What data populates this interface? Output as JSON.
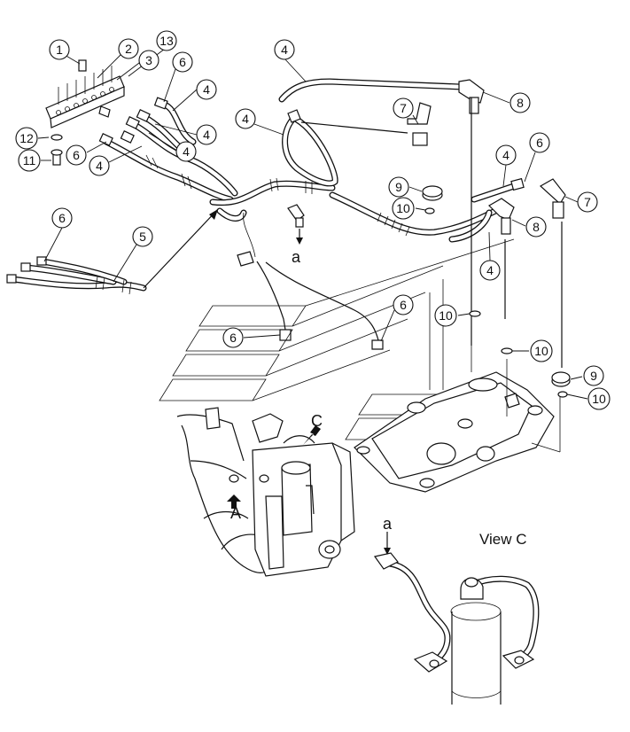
{
  "callouts": [
    {
      "id": "c1",
      "label": "1"
    },
    {
      "id": "c2",
      "label": "2"
    },
    {
      "id": "c3",
      "label": "3"
    },
    {
      "id": "c13",
      "label": "13"
    },
    {
      "id": "c6a",
      "label": "6"
    },
    {
      "id": "c4a",
      "label": "4"
    },
    {
      "id": "c4b",
      "label": "4"
    },
    {
      "id": "c4c",
      "label": "4"
    },
    {
      "id": "c12",
      "label": "12"
    },
    {
      "id": "c11",
      "label": "11"
    },
    {
      "id": "c6b",
      "label": "6"
    },
    {
      "id": "c4d",
      "label": "4"
    },
    {
      "id": "c6c",
      "label": "6"
    },
    {
      "id": "c5",
      "label": "5"
    },
    {
      "id": "c4e",
      "label": "4"
    },
    {
      "id": "c4f",
      "label": "4"
    },
    {
      "id": "c7a",
      "label": "7"
    },
    {
      "id": "c8a",
      "label": "8"
    },
    {
      "id": "c9a",
      "label": "9"
    },
    {
      "id": "c10a",
      "label": "10"
    },
    {
      "id": "c4g",
      "label": "4"
    },
    {
      "id": "c6d",
      "label": "6"
    },
    {
      "id": "c7b",
      "label": "7"
    },
    {
      "id": "c8b",
      "label": "8"
    },
    {
      "id": "c4h",
      "label": "4"
    },
    {
      "id": "c6e",
      "label": "6"
    },
    {
      "id": "c10b",
      "label": "10"
    },
    {
      "id": "c6f",
      "label": "6"
    },
    {
      "id": "c10c",
      "label": "10"
    },
    {
      "id": "c9b",
      "label": "9"
    },
    {
      "id": "c10d",
      "label": "10"
    }
  ],
  "labels": {
    "a_top": "a",
    "a_bottom": "a",
    "A": "A",
    "C": "C",
    "view_c": "View C"
  }
}
